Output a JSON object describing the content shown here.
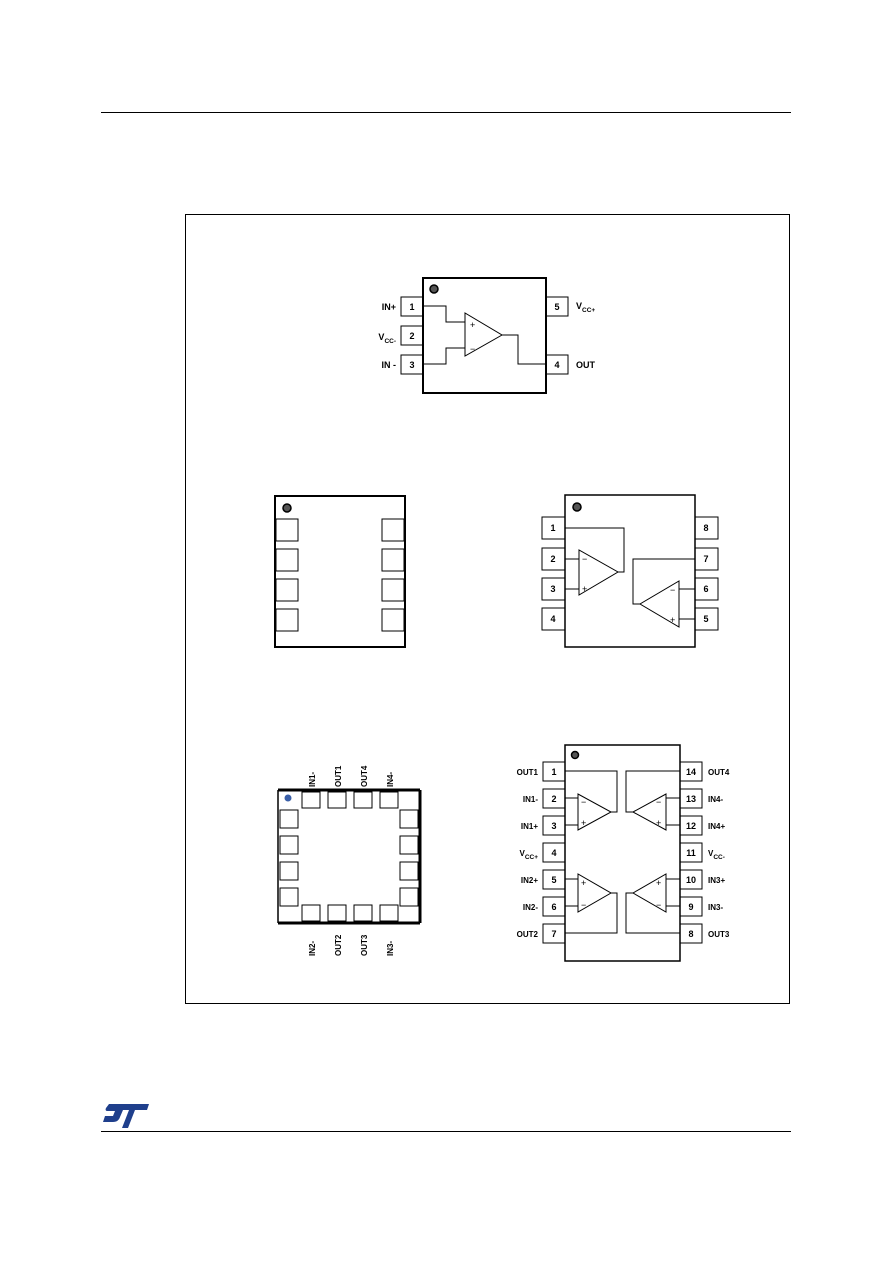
{
  "brand": {
    "logo": "ST"
  },
  "package_5pin": {
    "left_pins": [
      {
        "num": "1",
        "label": "IN+"
      },
      {
        "num": "2",
        "label": "V",
        "sub": "CC-"
      },
      {
        "num": "3",
        "label": "IN -"
      }
    ],
    "right_pins": [
      {
        "num": "5",
        "label": "V",
        "sub": "CC+"
      },
      {
        "num": "4",
        "label": "OUT"
      }
    ],
    "opamp_signs": [
      "+",
      "−"
    ]
  },
  "package_8pin_dual": {
    "left_pins": [
      "1",
      "2",
      "3",
      "4"
    ],
    "right_pins": [
      "8",
      "7",
      "6",
      "5"
    ],
    "signs": [
      "−",
      "+",
      "−",
      "+"
    ]
  },
  "package_qfn16": {
    "top_labels": [
      "IN1-",
      "OUT1",
      "OUT4",
      "IN4-"
    ],
    "bottom_labels": [
      "IN2-",
      "OUT2",
      "OUT3",
      "IN3-"
    ]
  },
  "package_14pin_quad": {
    "left_pins": [
      {
        "num": "1",
        "label": "OUT1"
      },
      {
        "num": "2",
        "label": "IN1-"
      },
      {
        "num": "3",
        "label": "IN1+"
      },
      {
        "num": "4",
        "label": "V",
        "sub": "CC+"
      },
      {
        "num": "5",
        "label": "IN2+"
      },
      {
        "num": "6",
        "label": "IN2-"
      },
      {
        "num": "7",
        "label": "OUT2"
      }
    ],
    "right_pins": [
      {
        "num": "14",
        "label": "OUT4"
      },
      {
        "num": "13",
        "label": "IN4-"
      },
      {
        "num": "12",
        "label": "IN4+"
      },
      {
        "num": "11",
        "label": "V",
        "sub": "CC-"
      },
      {
        "num": "10",
        "label": "IN3+"
      },
      {
        "num": "9",
        "label": "IN3-"
      },
      {
        "num": "8",
        "label": "OUT3"
      }
    ]
  },
  "colors": {
    "line": "#000000",
    "logo": "#1f3f8c",
    "qfn_dot": "#3a5fa8"
  }
}
